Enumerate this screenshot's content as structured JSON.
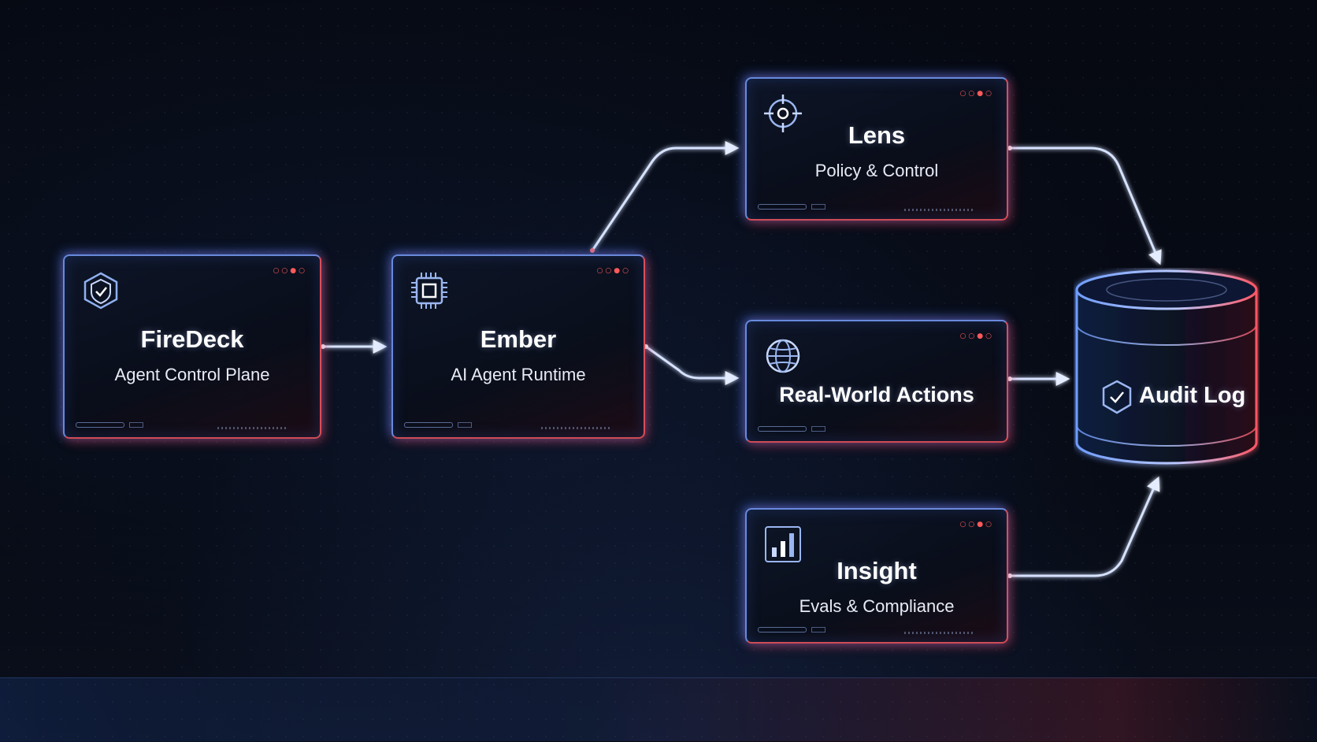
{
  "nodes": {
    "firedeck": {
      "title": "FireDeck",
      "subtitle": "Agent Control Plane",
      "icon": "shield-check-icon"
    },
    "ember": {
      "title": "Ember",
      "subtitle": "AI Agent Runtime",
      "icon": "chip-icon"
    },
    "lens": {
      "title": "Lens",
      "subtitle": "Policy & Control",
      "icon": "crosshair-icon"
    },
    "actions": {
      "title": "Real-World Actions",
      "icon": "globe-icon"
    },
    "insight": {
      "title": "Insight",
      "subtitle": "Evals & Compliance",
      "icon": "bar-chart-icon"
    },
    "audit": {
      "title": "Audit Log",
      "icon": "shield-check-icon",
      "shape": "database-cylinder"
    }
  },
  "edges": [
    {
      "from": "FireDeck",
      "to": "Ember"
    },
    {
      "from": "Ember",
      "to": "Lens"
    },
    {
      "from": "Ember",
      "to": "Real-World Actions"
    },
    {
      "from": "Lens",
      "to": "Audit Log"
    },
    {
      "from": "Real-World Actions",
      "to": "Audit Log"
    },
    {
      "from": "Insight",
      "to": "Audit Log"
    }
  ],
  "colors": {
    "background": "#05080f",
    "glow_blue": "#5a8cff",
    "glow_red": "#ff4a55",
    "connector": "#d6e2ff",
    "text": "#ffffff"
  },
  "card_decor": {
    "dots": "○○●○"
  }
}
